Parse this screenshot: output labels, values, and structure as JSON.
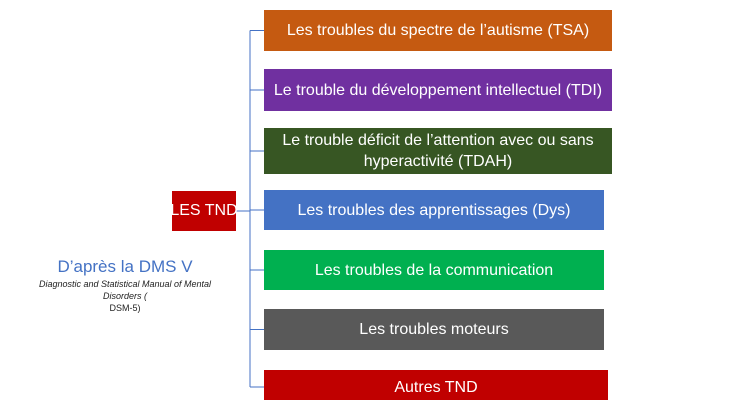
{
  "diagram": {
    "root": {
      "label": "LES TND",
      "color": "#c00000"
    },
    "nodes": [
      {
        "label": "Les troubles du spectre de l’autisme (TSA)",
        "color": "#c55a11"
      },
      {
        "label": "Le trouble du développement intellectuel (TDI)",
        "color": "#7030a0"
      },
      {
        "label": "Le trouble déficit de l’attention avec ou sans hyperactivité (TDAH)",
        "color": "#375623"
      },
      {
        "label": "Les troubles des apprentissages (Dys)",
        "color": "#4472c4"
      },
      {
        "label": "Les troubles de la communication",
        "color": "#00b050"
      },
      {
        "label": "Les troubles moteurs",
        "color": "#595959"
      },
      {
        "label": "Autres TND",
        "color": "#c00000"
      }
    ],
    "connector_color": "#4472c4"
  },
  "source": {
    "title": "D’après la DMS V",
    "subtitle": "Diagnostic and Statistical Manual of Mental Disorders (",
    "abbreviation": "DSM-5)"
  }
}
